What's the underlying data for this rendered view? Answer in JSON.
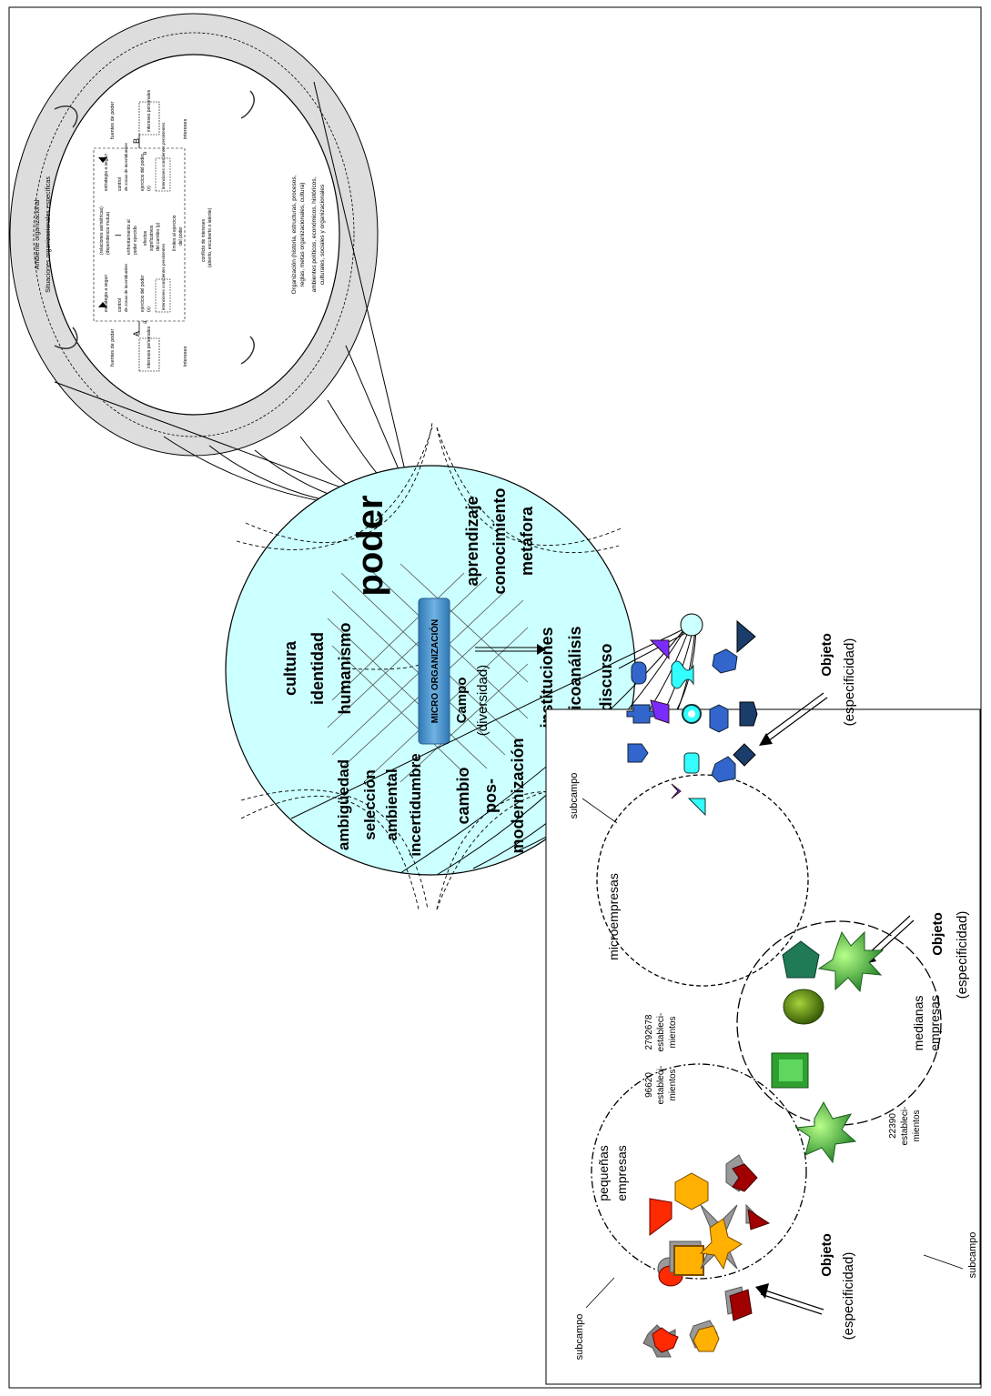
{
  "center": {
    "title": "MICRO ORGANIZACIÓN",
    "sectors": {
      "poder": "poder",
      "aprendizaje": [
        "aprendizaje",
        "conocimiento",
        "metáfora"
      ],
      "cultura": [
        "cultura",
        "identidad",
        "humanismo"
      ],
      "instituciones": [
        "instituciones",
        "psicoanálisis",
        "discurso"
      ],
      "ambiguedad": [
        "ambigüedad",
        "selección",
        "ambiental",
        "incertidumbre"
      ],
      "cambio": [
        "cambio",
        "pos-",
        "modernización"
      ]
    }
  },
  "detail": {
    "ambiente": "Ambiente organizacional",
    "situaciones": "Situaciones organizacionales específicas",
    "organizacion_line1": "Organización (historia, estructuras, procesos,",
    "organizacion_line2": "reglas, metas organizacionales, cultura)",
    "ambientes_line1": "ambientes políticos, económicos, históricos,",
    "ambientes_line2": "culturales, sociales y organizacionales",
    "fuentes_a": "fuentes de poder",
    "fuentes_b": "fuentes de poder",
    "intereses_a": "intereses",
    "intereses_b": "intereses",
    "intereses_pers_a": "intereses personales",
    "intereses_pers_b": "intereses personales",
    "actor_a": "A",
    "actor_b": "B",
    "letter_a": "a",
    "letter_b": "b",
    "estrategia_a": "estrategia a seguir",
    "estrategia_b": "estrategia a seguir",
    "control_a": "control",
    "control_b": "control",
    "zona_a": "de zonas de incertidumbre",
    "zona_b": "de zonas de incertidumbre",
    "ejercicio_a": "ejercicio del poder",
    "ejercicio_a2": "(x)",
    "ejercicio_b": "ejercicio del poder",
    "ejercicio_b2": "(x)",
    "intenciones_a": "intenciones conscientes persistentes",
    "intenciones_b": "intenciones conscientes persistentes",
    "relaciones": "(relaciones asimétricas)",
    "relaciones2": "(dependencia mutua)",
    "enfrentamiento": "enfrentamiento al",
    "enfrentamiento2": "poder ejercido",
    "efectos": "efectos",
    "efectos2": "significativos",
    "efectos3": "del cambio (y)",
    "limites": "límites al ejercicio",
    "limites2": "del poder",
    "conflicto": "conflicto de intereses",
    "conflicto2": "(abierto, encubierto o latente)",
    "roman": "I"
  },
  "field": {
    "campo": "Campo",
    "diversidad": "(diversidad)",
    "subcampo_top": "subcampo",
    "subcampo_bottom": "subcampo",
    "subcampo_right": "subcampo",
    "pequenas": [
      "pequeñas",
      "empresas"
    ],
    "pequenas_count": [
      "96620",
      "estableci-",
      "mientos"
    ],
    "micro": "microempresas",
    "micro_count": [
      "2792678",
      "estableci-",
      "mientos"
    ],
    "medianas": [
      "medianas",
      "empresas"
    ],
    "medianas_count": [
      "22390",
      "estableci-",
      "mientos"
    ],
    "objeto": "Objeto",
    "especificidad": "(especificidad)"
  },
  "colors": {
    "center_fill": "#ccffff",
    "detail_fill": "#dddddd",
    "micro_title": "#5b9bd5",
    "blue_shape": "#3366cc",
    "cyan_shape": "#33ffff",
    "violet_shape": "#7a2cff",
    "navy_shape": "#1a3d6b",
    "orange_shape": "#ffb000",
    "red_shape": "#ff2a00",
    "darkred_shape": "#a00000",
    "green_shape": "#40c040"
  }
}
